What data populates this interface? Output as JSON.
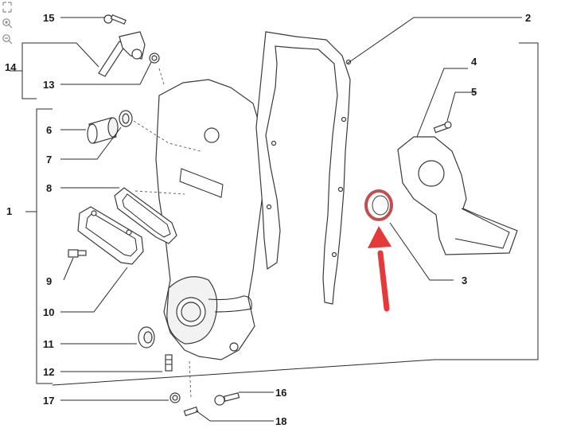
{
  "toolbar": {
    "icons": [
      "fullscreen-icon",
      "zoom-in-icon",
      "zoom-out-icon"
    ]
  },
  "callouts": {
    "p1": "1",
    "p2": "2",
    "p3": "3",
    "p4": "4",
    "p5": "5",
    "p6": "6",
    "p7": "7",
    "p8": "8",
    "p9": "9",
    "p10": "10",
    "p11": "11",
    "p12": "12",
    "p13": "13",
    "p14": "14",
    "p15": "15",
    "p16": "16",
    "p17": "17",
    "p18": "18"
  },
  "colors": {
    "highlight_arrow": "#e63a3a",
    "seal": "#c0504d",
    "line": "#2a2a2a"
  }
}
